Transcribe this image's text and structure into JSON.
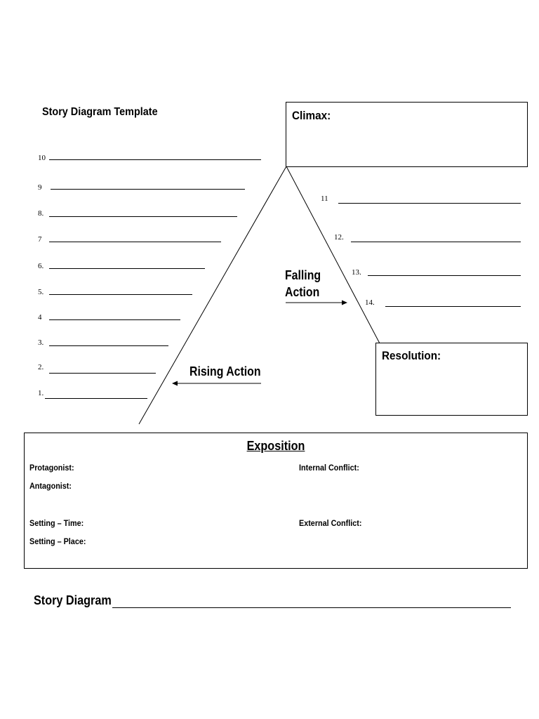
{
  "title": "Story Diagram Template",
  "climax": {
    "label": "Climax:"
  },
  "resolution": {
    "label": "Resolution:"
  },
  "rising_action": {
    "label": "Rising Action"
  },
  "falling_action": {
    "label_line1": "Falling",
    "label_line2": "Action"
  },
  "rising_items": [
    "10",
    "9",
    "8.",
    "7",
    "6.",
    "5.",
    "4",
    "3.",
    "2.",
    "1."
  ],
  "falling_items": [
    "11",
    "12.",
    "13.",
    "14."
  ],
  "exposition": {
    "title": "Exposition",
    "protagonist": "Protagonist:",
    "antagonist": "Antagonist:",
    "setting_time": "Setting – Time:",
    "setting_place": "Setting – Place:",
    "internal_conflict": "Internal Conflict:",
    "external_conflict": "External Conflict:"
  },
  "footer": {
    "label": "Story Diagram"
  }
}
